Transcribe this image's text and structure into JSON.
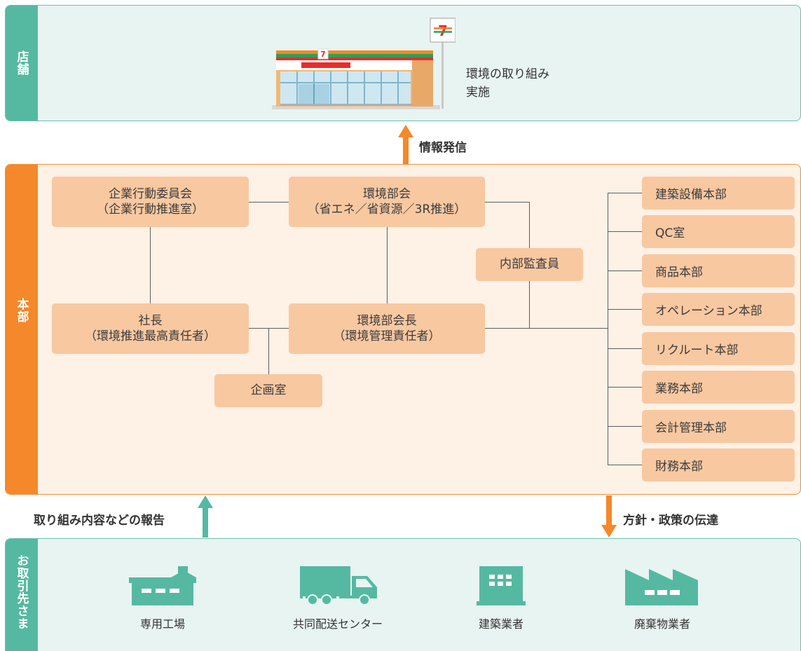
{
  "sections": {
    "store": "店舗",
    "headquarters": "本部",
    "partners": "お取引先さま"
  },
  "store": {
    "description_line1": "環境の取り組み",
    "description_line2": "実施"
  },
  "arrows": {
    "info_dispatch": "情報発信",
    "report": "取り組み内容などの報告",
    "policy": "方針・政策の伝達"
  },
  "org": {
    "committee_line1": "企業行動委員会",
    "committee_line2": "（企業行動推進室）",
    "env_council_line1": "環境部会",
    "env_council_line2": "（省エネ／省資源／3R推進）",
    "auditor": "内部監査員",
    "president_line1": "社長",
    "president_line2": "（環境推進最高責任者）",
    "env_head_line1": "環境部会長",
    "env_head_line2": "（環境管理責任者）",
    "planning": "企画室"
  },
  "departments": [
    "建築設備本部",
    "QC室",
    "商品本部",
    "オペレーション本部",
    "リクルート本部",
    "業務本部",
    "会計管理本部",
    "財務本部"
  ],
  "partners": {
    "factory": "専用工場",
    "distribution": "共同配送センター",
    "construction": "建築業者",
    "waste": "廃棄物業者"
  },
  "colors": {
    "teal": "#55b9a2",
    "orange": "#f5882a",
    "box": "#f8c8a1"
  }
}
